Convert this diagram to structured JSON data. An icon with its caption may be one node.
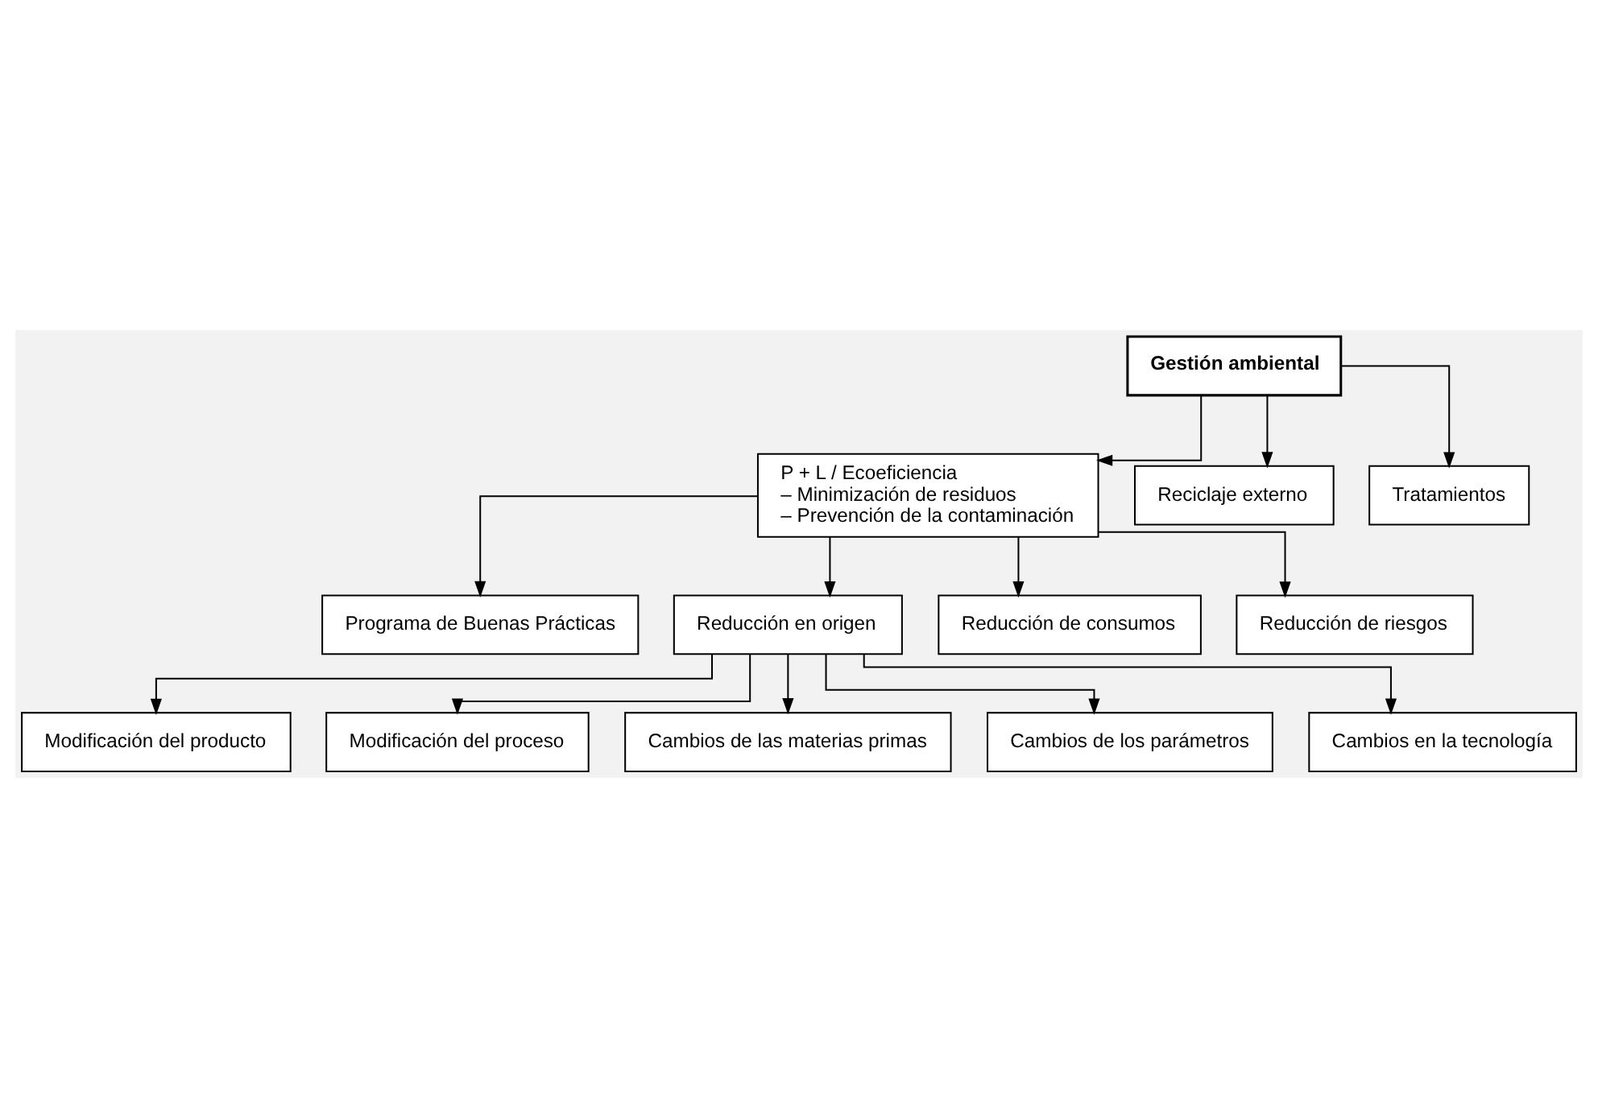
{
  "diagram": {
    "nodes": [
      {
        "text": [
          "Gestión ambiental"
        ]
      },
      {
        "text": [
          "P + L / Ecoeficiencia",
          "– Minimización de residuos",
          "– Prevención de la contaminación"
        ]
      },
      {
        "text": [
          "Reciclaje externo"
        ]
      },
      {
        "text": [
          "Tratamientos"
        ]
      },
      {
        "text": [
          "Programa de Buenas Prácticas"
        ]
      },
      {
        "text": [
          "Reducción en origen"
        ]
      },
      {
        "text": [
          "Reducción de consumos"
        ]
      },
      {
        "text": [
          "Reducción de riesgos"
        ]
      },
      {
        "text": [
          "Modificación del producto"
        ]
      },
      {
        "text": [
          "Modificación del proceso"
        ]
      },
      {
        "text": [
          "Cambios de las materias primas"
        ]
      },
      {
        "text": [
          "Cambios de los parámetros"
        ]
      },
      {
        "text": [
          "Cambios en la tecnología"
        ]
      }
    ],
    "edges": [
      {
        "from": 0,
        "to": 1,
        "arrow": "to"
      },
      {
        "from": 0,
        "to": 2,
        "arrow": "to"
      },
      {
        "from": 0,
        "to": 3,
        "arrow": "to"
      },
      {
        "from": 1,
        "to": 4,
        "arrow": "to"
      },
      {
        "from": 1,
        "to": 5,
        "arrow": "to"
      },
      {
        "from": 1,
        "to": 6,
        "arrow": "to"
      },
      {
        "from": 1,
        "to": 7,
        "arrow": "to"
      },
      {
        "from": 5,
        "to": 8,
        "arrow": "to"
      },
      {
        "from": 5,
        "to": 9,
        "arrow": "to"
      },
      {
        "from": 5,
        "to": 10,
        "arrow": "to"
      },
      {
        "from": 5,
        "to": 11,
        "arrow": "to"
      },
      {
        "from": 5,
        "to": 12,
        "arrow": "to"
      }
    ]
  }
}
